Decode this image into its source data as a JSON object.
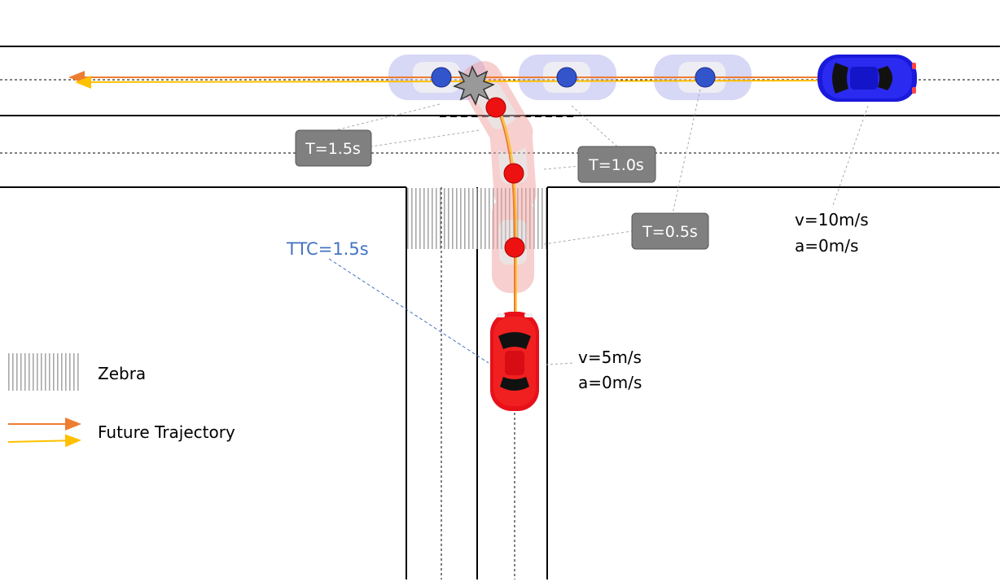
{
  "colors": {
    "ego": "#e8101a",
    "other": "#1a1adc",
    "orange_trajectory": "#ed7d31",
    "yellow_trajectory": "#ffc000",
    "ttc_blue": "#4472c4",
    "time_box": "#808080",
    "ghost_blue": "#c8c8f5",
    "ghost_red": "#f5b4b4"
  },
  "time_labels": {
    "t15": "T=1.5s",
    "t10": "T=1.0s",
    "t05": "T=0.5s"
  },
  "ttc_label": "TTC=1.5s",
  "other_vehicle": {
    "velocity": "v=10m/s",
    "acceleration": "a=0m/s"
  },
  "ego_vehicle": {
    "velocity": "v=5m/s",
    "acceleration": "a=0m/s"
  },
  "legend": {
    "zebra": "Zebra",
    "future_trajectory": "Future Trajectory"
  },
  "icons": [
    "collision-icon",
    "car-icon"
  ]
}
